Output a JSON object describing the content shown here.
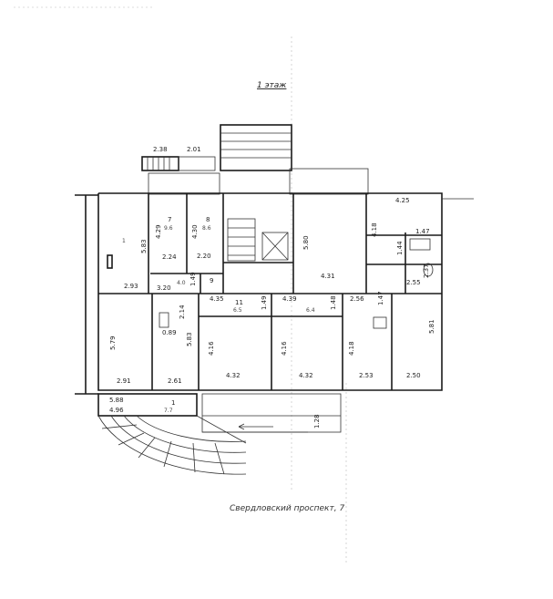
{
  "plan": {
    "floor_label": "1 этаж",
    "address_caption": "Свердловский проспект, 7",
    "top_dims": [
      "2.38",
      "2.01"
    ],
    "entrance_dims": [
      "5.88",
      "4.96"
    ],
    "stair_dim": "1.28",
    "rooms": [
      {
        "id": "r1",
        "label": "1",
        "area": "",
        "w": "2.93",
        "h": "5.83"
      },
      {
        "id": "r2",
        "label": "7",
        "area": "9.6",
        "w": "2.24",
        "h": "4.29"
      },
      {
        "id": "r3",
        "label": "8",
        "area": "8.6",
        "w": "2.20",
        "h": "4.30"
      },
      {
        "id": "r4",
        "label": "",
        "area": "4.0",
        "w": "3.20",
        "h": "1.49"
      },
      {
        "id": "r5",
        "label": "9",
        "area": "",
        "w": "",
        "h": ""
      },
      {
        "id": "r6",
        "label": "",
        "area": "",
        "w": "4.31",
        "h": "5.80"
      },
      {
        "id": "r7",
        "label": "",
        "area": "",
        "w": "4.25",
        "h": "4.18"
      },
      {
        "id": "r8",
        "label": "",
        "area": "",
        "w": "2.55",
        "h": "1.44"
      },
      {
        "id": "r9",
        "label": "",
        "area": "",
        "w": "2.91",
        "h": "5.79"
      },
      {
        "id": "r10",
        "label": "",
        "area": "",
        "w": "2.61",
        "h": "5.83"
      },
      {
        "id": "r11",
        "label": "11",
        "area": "6.5",
        "w": "4.35",
        "h": "1.49"
      },
      {
        "id": "r12",
        "label": "",
        "area": "6.4",
        "w": "4.39",
        "h": "1.48"
      },
      {
        "id": "r13",
        "label": "",
        "area": "",
        "w": "4.32",
        "h": "4.16"
      },
      {
        "id": "r14",
        "label": "",
        "area": "",
        "w": "4.32",
        "h": "4.16"
      },
      {
        "id": "r15",
        "label": "",
        "area": "",
        "w": "2.53",
        "h": "4.18"
      },
      {
        "id": "r16",
        "label": "",
        "area": "",
        "w": "2.50",
        "h": "5.81"
      },
      {
        "id": "r17",
        "label": "1",
        "area": "7.7",
        "w": "",
        "h": ""
      }
    ],
    "misc_dims": [
      "0.89",
      "2.14",
      "2.56",
      "1.47",
      "2.37",
      "1.47",
      "2.55"
    ]
  }
}
